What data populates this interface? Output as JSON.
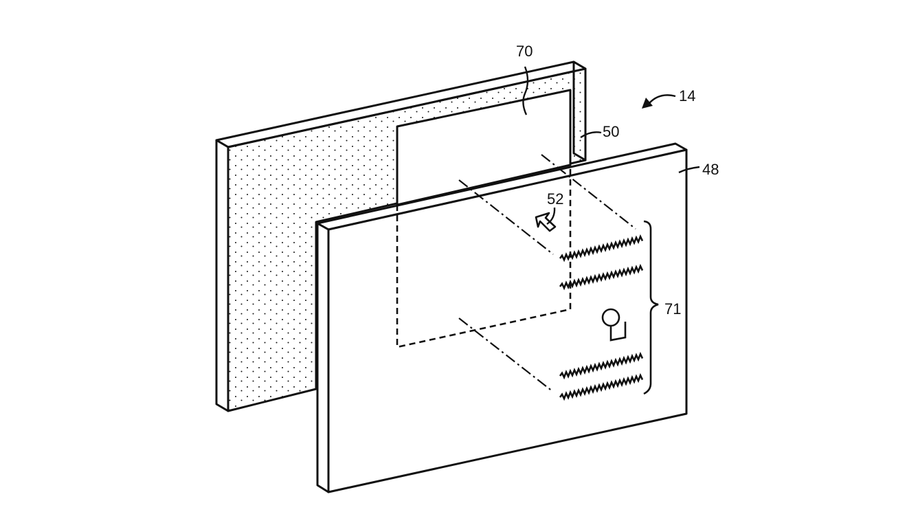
{
  "labels": {
    "assembly": "14",
    "back_panel": "50",
    "window": "70",
    "front_panel": "48",
    "indicator": "52",
    "markings": "71"
  },
  "colors": {
    "ink": "#111111",
    "background": "#ffffff",
    "stipple": "#1a1a1a"
  }
}
